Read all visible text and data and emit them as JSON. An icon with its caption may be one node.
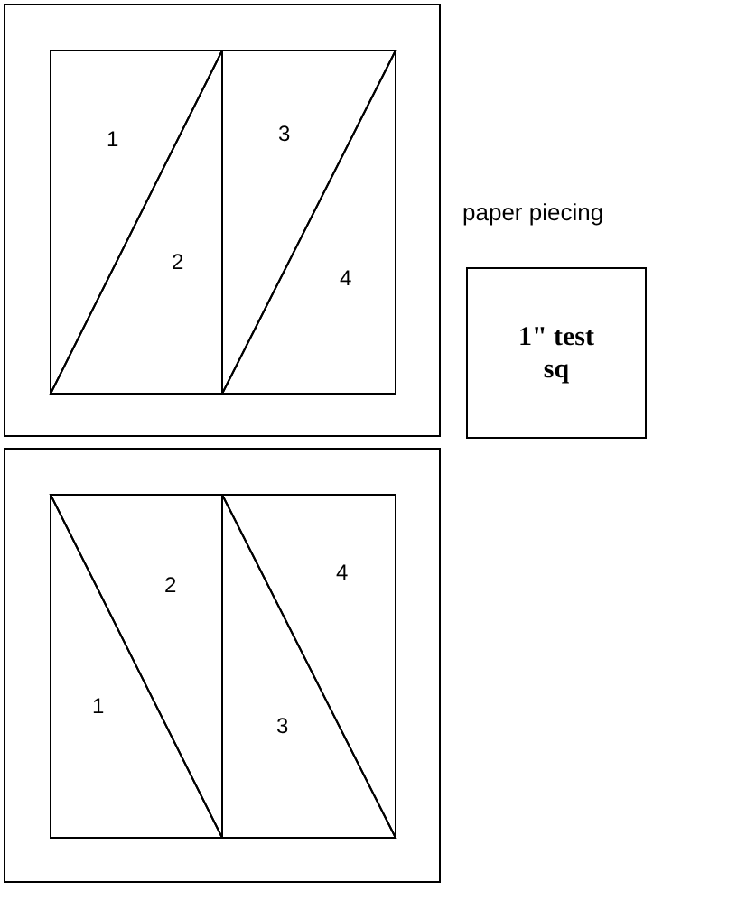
{
  "diagram": {
    "nodes": [
      {
        "text": [],
        "shape": "box"
      },
      {
        "text": [
          "1"
        ],
        "in": 0
      },
      {
        "text": [
          "2"
        ],
        "in": 0
      },
      {
        "text": [
          "3"
        ],
        "in": 0
      },
      {
        "text": [
          "4"
        ],
        "in": 0
      },
      {
        "text": [
          "1\" test sq"
        ]
      },
      {
        "text": [],
        "shape": "box"
      },
      {
        "text": [
          "2"
        ],
        "in": 6
      },
      {
        "text": [
          "1"
        ],
        "in": 6
      },
      {
        "text": [
          "4"
        ],
        "in": 6
      },
      {
        "text": [
          "3"
        ],
        "in": 6
      }
    ],
    "edges": [],
    "labels": [
      "paper piecing"
    ]
  }
}
